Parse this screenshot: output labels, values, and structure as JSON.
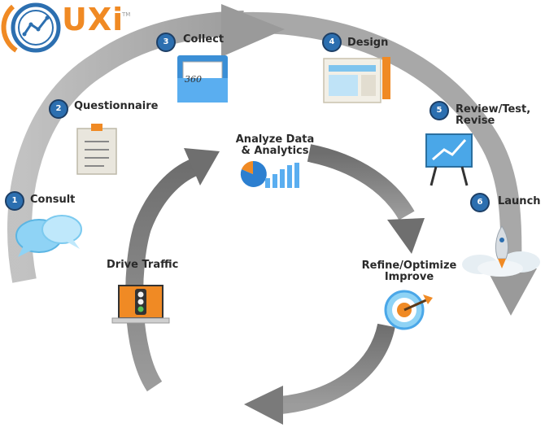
{
  "logo": {
    "text": "UXi",
    "trademark": "TM",
    "colors": {
      "orange": "#f08a24",
      "blue": "#2c6fb0"
    }
  },
  "outer_cycle": {
    "steps": [
      {
        "number": "1",
        "label": "Consult",
        "icon": "chat-bubbles-icon"
      },
      {
        "number": "2",
        "label": "Questionnaire",
        "icon": "clipboard-icon"
      },
      {
        "number": "3",
        "label": "Collect",
        "icon": "folder-icon",
        "icon_text": "360"
      },
      {
        "number": "4",
        "label": "Design",
        "icon": "webpage-layout-icon"
      },
      {
        "number": "5",
        "label_line1": "Review/Test,",
        "label_line2": "Revise",
        "icon": "presentation-board-icon"
      },
      {
        "number": "6",
        "label": "Launch",
        "icon": "rocket-icon"
      }
    ]
  },
  "inner_cycle": {
    "analyze": {
      "line1": "Analyze Data",
      "line2": "& Analytics",
      "icon": "analytics-chart-icon"
    },
    "refine": {
      "line1": "Refine/Optimize",
      "line2": "Improve",
      "icon": "target-icon"
    },
    "drive": {
      "label": "Drive Traffic",
      "icon": "traffic-light-laptop-icon"
    }
  },
  "colors": {
    "arrow_gray": "#9a9a9a",
    "badge_blue": "#2c6fb0",
    "badge_border": "#1d3f66",
    "accent_orange": "#f08a24"
  }
}
